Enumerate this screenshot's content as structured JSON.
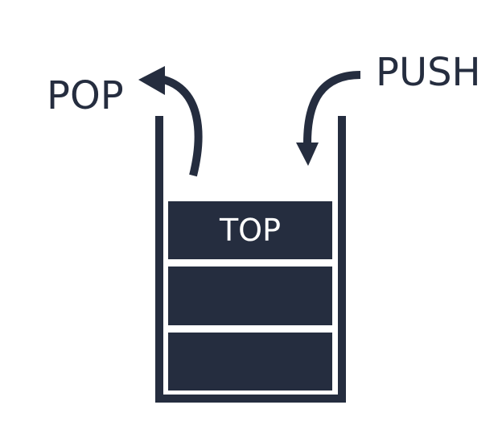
{
  "labels": {
    "pop": "POP",
    "push": "PUSH",
    "top": "TOP"
  },
  "colors": {
    "ink": "#252d3f",
    "background": "#ffffff",
    "slot_text": "#ffffff"
  },
  "icons": {
    "pop_arrow": "curved-arrow-up-left-icon",
    "push_arrow": "curved-arrow-down-icon"
  }
}
